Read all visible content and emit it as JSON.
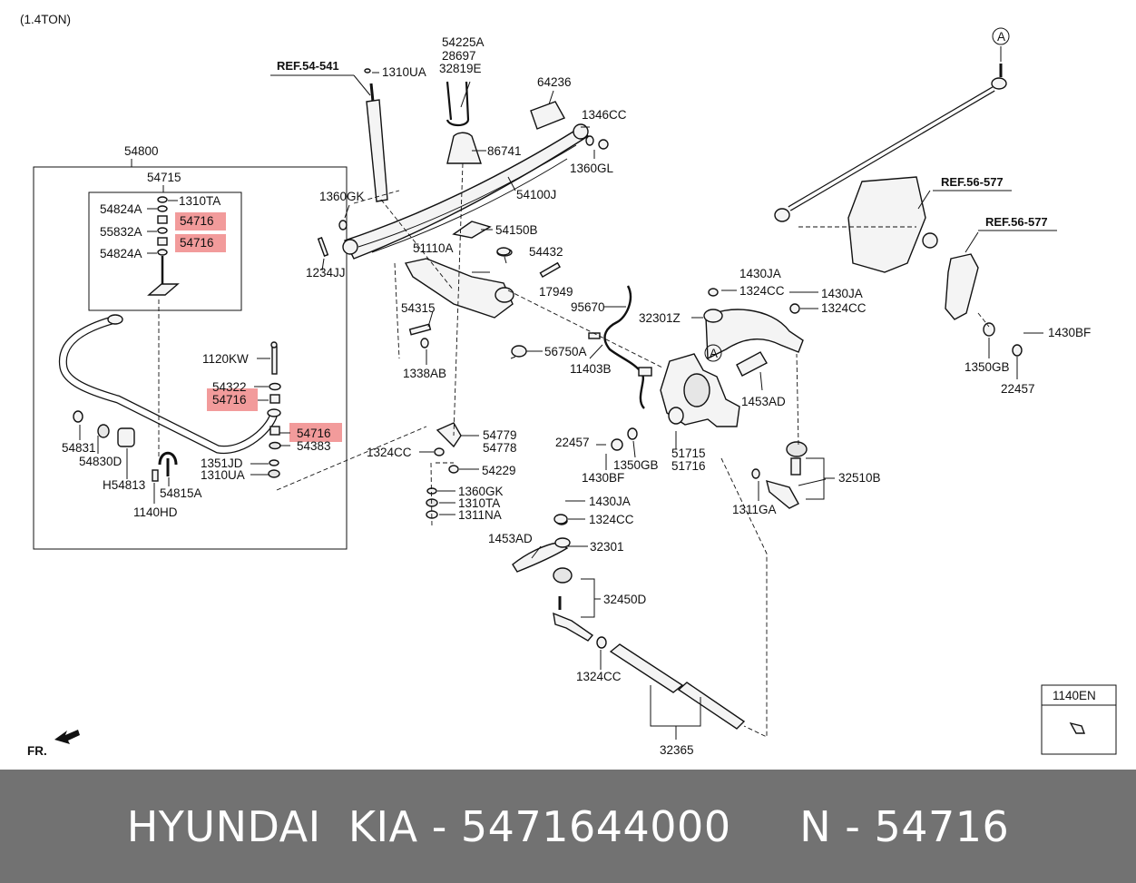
{
  "variant": "(1.4TON)",
  "fr_label": "FR.",
  "box_1140en": "1140EN",
  "callout_a": "A",
  "refs": {
    "r1": "REF.54-541",
    "r2": "REF.56-577",
    "r3": "REF.56-577"
  },
  "labels": {
    "p54800": "54800",
    "p54715": "54715",
    "p1310TA_a": "1310TA",
    "p54824A_a": "54824A",
    "p54716_a": "54716",
    "p55832A": "55832A",
    "p54716_b": "54716",
    "p54824A_b": "54824A",
    "p1120KW": "1120KW",
    "p54322": "54322",
    "p54716_c": "54716",
    "p54716_d": "54716",
    "p54383": "54383",
    "p54831": "54831",
    "p54830D": "54830D",
    "p1351JD": "1351JD",
    "p1310UA_a": "1310UA",
    "pH54813": "H54813",
    "p54815A": "54815A",
    "p1140HD": "1140HD",
    "p1310UA_b": "1310UA",
    "p54225A": "54225A",
    "p28697": "28697",
    "p32819E": "32819E",
    "p64236": "64236",
    "p1346CC": "1346CC",
    "p86741": "86741",
    "p1360GL": "1360GL",
    "p1360GK_a": "1360GK",
    "p54100J": "54100J",
    "p54150B": "54150B",
    "p1234JJ": "1234JJ",
    "p51110A": "51110A",
    "p54432": "54432",
    "p17949": "17949",
    "p54315": "54315",
    "p1338AB": "1338AB",
    "p95670": "95670",
    "p56750A": "56750A",
    "p11403B": "11403B",
    "p54779": "54779",
    "p54778": "54778",
    "p1324CC_a": "1324CC",
    "p54229": "54229",
    "p1360GK_b": "1360GK",
    "p1310TA_b": "1310TA",
    "p1311NA": "1311NA",
    "p1430JA_a": "1430JA",
    "p1324CC_b": "1324CC",
    "p1430JA_b": "1430JA",
    "p1324CC_c": "1324CC",
    "p32301Z": "32301Z",
    "p1453AD_a": "1453AD",
    "p22457_a": "22457",
    "p1350GB_a": "1350GB",
    "p1430BF_a": "1430BF",
    "p51715": "51715",
    "p51716": "51716",
    "p32510B": "32510B",
    "p1311GA": "1311GA",
    "p1430JA_c": "1430JA",
    "p1324CC_d": "1324CC",
    "p1453AD_b": "1453AD",
    "p32301": "32301",
    "p32450D": "32450D",
    "p1324CC_e": "1324CC",
    "p32365": "32365",
    "p1430BF_b": "1430BF",
    "p1350GB_b": "1350GB",
    "p22457_b": "22457"
  },
  "highlight_color": "#f08a8a",
  "footer": {
    "text": "HYUNDAI  KIA - 5471644000     N - 54716",
    "bg": "#727272"
  }
}
